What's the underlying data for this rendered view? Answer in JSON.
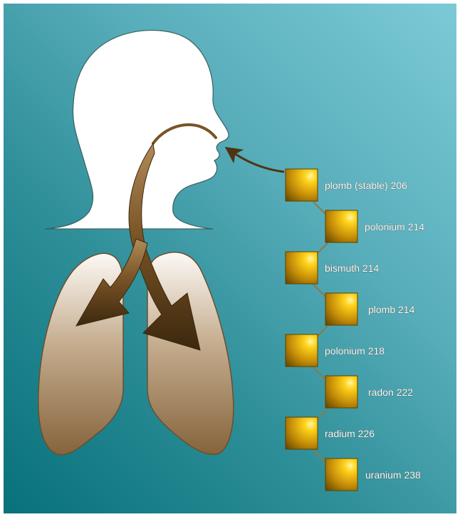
{
  "decay_chain": [
    {
      "label": "plomb (stable) 206"
    },
    {
      "label": "polonium 214"
    },
    {
      "label": "bismuth 214"
    },
    {
      "label": "plomb 214"
    },
    {
      "label": "polonium 218"
    },
    {
      "label": "radon 222"
    },
    {
      "label": "radium 226"
    },
    {
      "label": "uranium 238"
    }
  ],
  "icons": {
    "head": "head-silhouette-icon",
    "lungs": "lungs-icon",
    "arrow": "inhalation-arrow-icon",
    "square": "gold-square-icon"
  },
  "colors": {
    "background_dark": "#08717a",
    "background_light": "#7ccad7",
    "arrow_brown": "#4e3413",
    "lung_light": "#f5efe7",
    "lung_dark": "#8c6a42",
    "square_gold": "#ffd51a",
    "square_dark": "#7b5a00"
  }
}
